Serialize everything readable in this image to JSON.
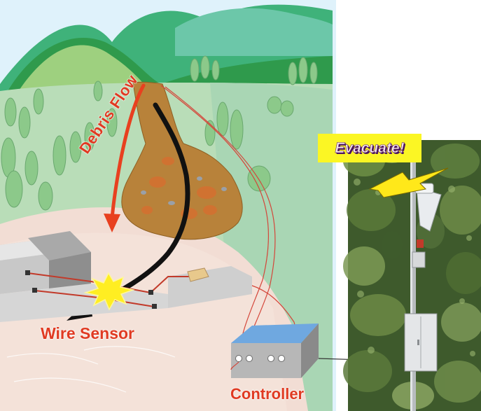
{
  "labels": {
    "debris_flow": "Debris Flow",
    "wire_sensor": "Wire Sensor",
    "controller": "Controller",
    "evacuate": "Evacuate!"
  },
  "colors": {
    "label_red": "#e03a22",
    "arrow_red": "#e8401f",
    "mud": "#b8823a",
    "sky": "#dff2fb",
    "grass": "#b9ddb8",
    "path": "#f2ddd4",
    "sign_yellow": "#fbf624",
    "lightning_yellow": "#ffe81a"
  },
  "icons": [
    "lightning-bolt-icon",
    "flash-burst-icon",
    "warning-siren-icon"
  ]
}
